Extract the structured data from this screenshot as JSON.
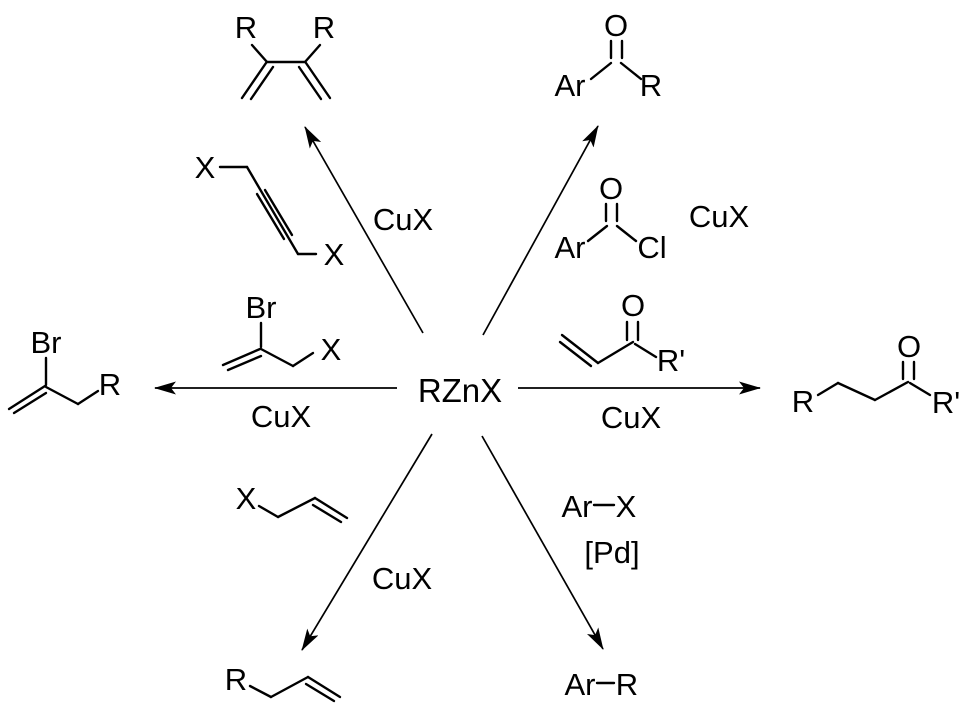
{
  "page": {
    "background_color": "#ffffff",
    "ink_color": "#000000"
  },
  "center": {
    "reagent": "RZnX"
  },
  "reactions": {
    "diene": {
      "catalyst": "CuX",
      "reagent": {
        "x1": "X",
        "x2": "X"
      },
      "product": {
        "r1": "R",
        "r2": "R"
      }
    },
    "aryl_ketone": {
      "catalyst": "CuX",
      "reagent": {
        "o": "O",
        "ar": "Ar",
        "cl": "Cl"
      },
      "product": {
        "o": "O",
        "ar": "Ar",
        "r": "R"
      }
    },
    "bromoallyl": {
      "catalyst": "CuX",
      "reagent": {
        "br": "Br",
        "x": "X"
      },
      "product": {
        "br": "Br",
        "r": "R"
      }
    },
    "conjugate_addition": {
      "catalyst": "CuX",
      "reagent": {
        "o": "O",
        "r_prime": "R'"
      },
      "product": {
        "r": "R",
        "o": "O",
        "r_prime": "R'"
      }
    },
    "allylation": {
      "catalyst": "CuX",
      "reagent": {
        "x": "X"
      },
      "product": {
        "r": "R"
      }
    },
    "cross_coupling": {
      "catalyst": "[Pd]",
      "reagent": {
        "ar": "Ar",
        "x": "X"
      },
      "product": {
        "ar": "Ar",
        "r": "R"
      }
    }
  }
}
